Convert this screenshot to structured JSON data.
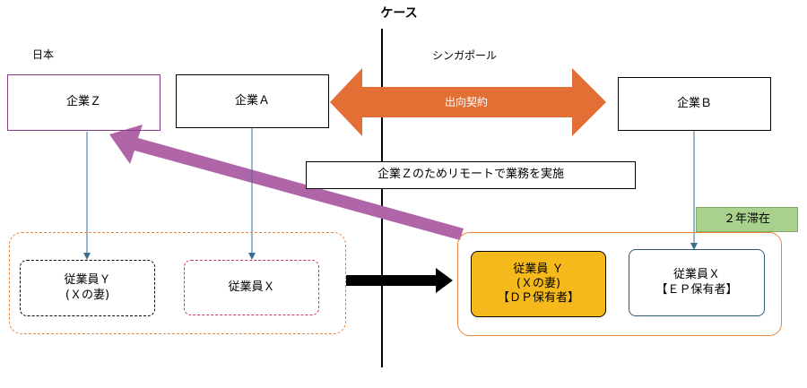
{
  "title": "ケース",
  "regions": {
    "left": "日本",
    "right": "シンガポール"
  },
  "companies": {
    "z": "企業Ｚ",
    "a": "企業Ａ",
    "b": "企業Ｂ"
  },
  "arrows": {
    "secondment": "出向契約",
    "remote": "企業Ｚのためリモートで業務を実施"
  },
  "stay_badge": "２年滞在",
  "employees_left": {
    "y_line1": "従業員Ｙ",
    "y_line2": "(Ｘの妻)",
    "x": "従業員Ｘ"
  },
  "employees_right": {
    "y_line1": "従業員 Ｙ",
    "y_line2": "(Ｘの妻)",
    "y_line3": "【ＤＰ保有者】",
    "x_line1": "従業員Ｘ",
    "x_line2": "【ＥＰ保有者】"
  },
  "colors": {
    "orange_arrow": "#E46F34",
    "purple_arrow": "#B065A8",
    "company_z_border": "#8E3A8E",
    "group_border": "#E9853E",
    "employee_x_left_border": "#C8395A",
    "employee_y_right_fill": "#F5B91B",
    "employee_x_right_border": "#2E5B6F",
    "badge_fill": "#A8D18D",
    "connector": "#3C6E8F"
  }
}
